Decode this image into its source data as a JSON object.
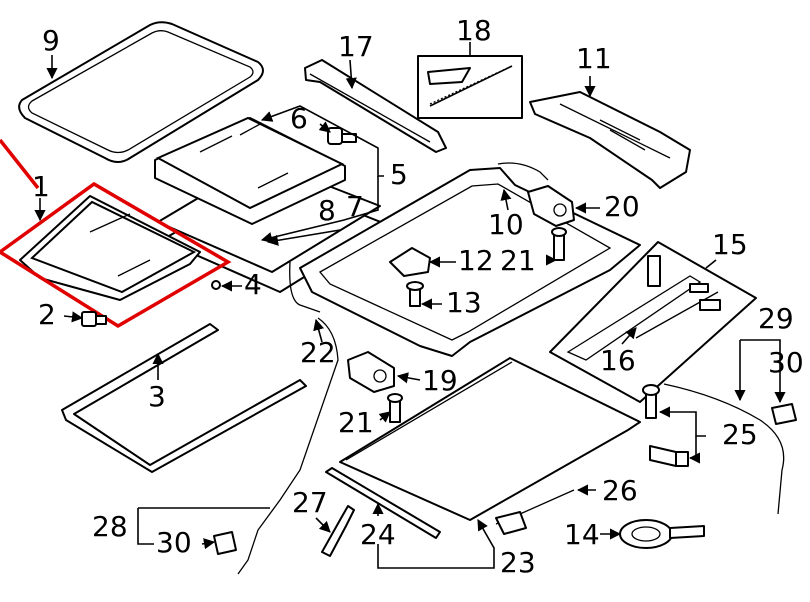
{
  "diagram": {
    "highlight_color": "#e00000",
    "callouts": {
      "c1": "1",
      "c2": "2",
      "c3": "3",
      "c4": "4",
      "c5": "5",
      "c6": "6",
      "c7": "7",
      "c8": "8",
      "c9": "9",
      "c10": "10",
      "c11": "11",
      "c12": "12",
      "c13": "13",
      "c14": "14",
      "c15": "15",
      "c16": "16",
      "c17": "17",
      "c18": "18",
      "c19": "19",
      "c20": "20",
      "c21a": "21",
      "c21b": "21",
      "c22": "22",
      "c23": "23",
      "c24": "24",
      "c25": "25",
      "c26": "26",
      "c27": "27",
      "c28": "28",
      "c29": "29",
      "c30a": "30",
      "c30b": "30"
    }
  }
}
